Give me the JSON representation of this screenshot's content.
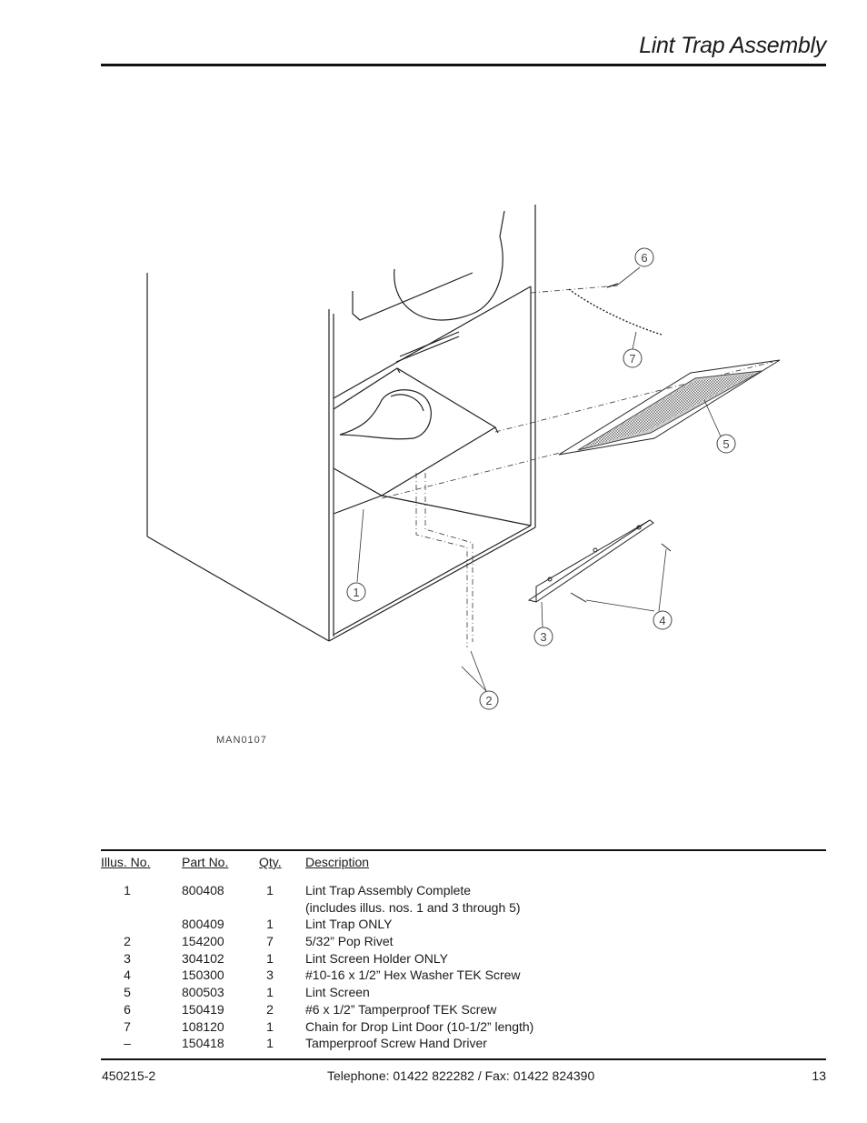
{
  "header": {
    "title": "Lint Trap Assembly"
  },
  "diagram": {
    "drawing_id": "MAN0107",
    "callouts": [
      "1",
      "2",
      "3",
      "4",
      "5",
      "6",
      "7"
    ]
  },
  "table": {
    "headers": {
      "illus": "Illus. No.",
      "part": "Part No.",
      "qty": "Qty.",
      "desc": "Description"
    },
    "rows": [
      {
        "illus": "1",
        "part": "800408",
        "qty": "1",
        "desc": "Lint Trap Assembly Complete"
      },
      {
        "illus": "",
        "part": "",
        "qty": "",
        "desc": "(includes illus. nos. 1 and 3 through 5)"
      },
      {
        "illus": "",
        "part": "800409",
        "qty": "1",
        "desc": "Lint Trap ONLY"
      },
      {
        "illus": "2",
        "part": "154200",
        "qty": "7",
        "desc": "5/32” Pop Rivet"
      },
      {
        "illus": "3",
        "part": "304102",
        "qty": "1",
        "desc": "Lint Screen Holder ONLY"
      },
      {
        "illus": "4",
        "part": "150300",
        "qty": "3",
        "desc": "#10-16 x 1/2” Hex Washer TEK Screw"
      },
      {
        "illus": "5",
        "part": "800503",
        "qty": "1",
        "desc": "Lint Screen"
      },
      {
        "illus": "6",
        "part": "150419",
        "qty": "2",
        "desc": "#6 x 1/2” Tamperproof TEK Screw"
      },
      {
        "illus": "7",
        "part": "108120",
        "qty": "1",
        "desc": "Chain for Drop Lint Door (10-1/2” length)"
      },
      {
        "illus": "–",
        "part": "150418",
        "qty": "1",
        "desc": "Tamperproof Screw Hand Driver"
      }
    ]
  },
  "footer": {
    "doc_number": "450215-2",
    "contact": "Telephone: 01422 822282 / Fax: 01422 824390",
    "page_number": "13"
  }
}
